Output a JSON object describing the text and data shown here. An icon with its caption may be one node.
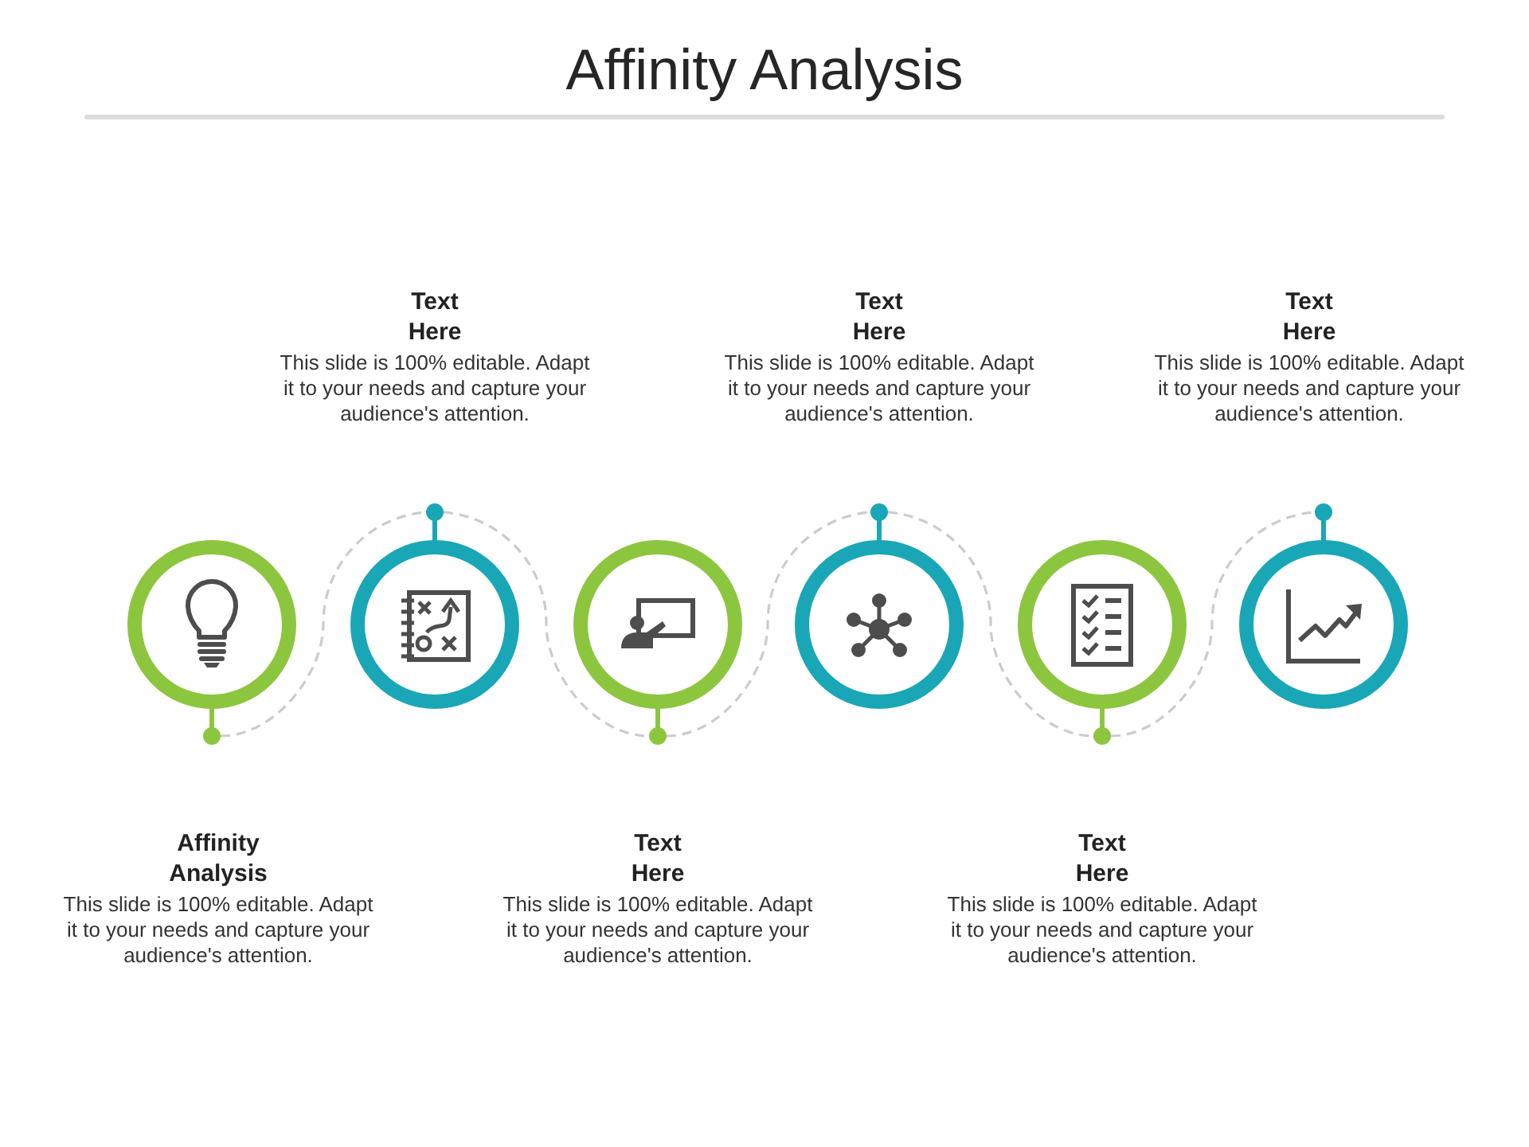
{
  "diagram": {
    "title": "Affinity Analysis",
    "nodes": [
      {
        "text": [],
        "shape": "circle",
        "beside": [
          "Affinity Analysis",
          "This slide is 100% editable. Adapt it to your needs and capture your audience's attention."
        ]
      },
      {
        "text": [],
        "shape": "circle",
        "beside": [
          "Text Here",
          "This slide is 100% editable. Adapt it to your needs and capture your audience's attention."
        ]
      },
      {
        "text": [],
        "shape": "circle",
        "beside": [
          "Text Here",
          "This slide is 100% editable. Adapt it to your needs and capture your audience's attention."
        ]
      },
      {
        "text": [],
        "shape": "circle",
        "beside": [
          "Text Here",
          "This slide is 100% editable. Adapt it to your needs and capture your audience's attention."
        ]
      },
      {
        "text": [],
        "shape": "circle",
        "beside": [
          "Text Here",
          "This slide is 100% editable. Adapt it to your needs and capture your audience's attention."
        ]
      },
      {
        "text": [],
        "shape": "circle",
        "beside": [
          "Text Here",
          "This slide is 100% editable. Adapt it to your needs and capture your audience's attention."
        ]
      }
    ],
    "edges": [
      {
        "from": 0,
        "to": 1,
        "arrow": "none",
        "style": "dashed"
      },
      {
        "from": 1,
        "to": 2,
        "arrow": "none",
        "style": "dashed"
      },
      {
        "from": 2,
        "to": 3,
        "arrow": "none",
        "style": "dashed"
      },
      {
        "from": 3,
        "to": 4,
        "arrow": "none",
        "style": "dashed"
      },
      {
        "from": 4,
        "to": 5,
        "arrow": "none",
        "style": "dashed"
      }
    ]
  }
}
